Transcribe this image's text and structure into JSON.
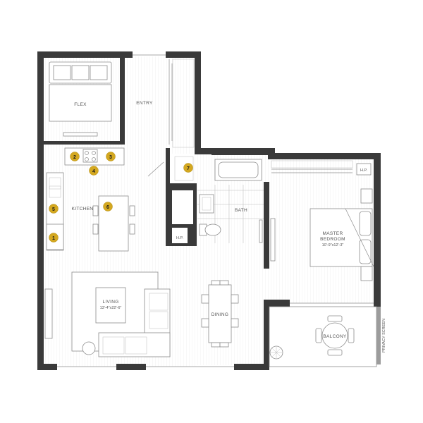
{
  "rooms": {
    "flex": "FLEX",
    "entry": "ENTRY",
    "kitchen": "KITCHEN",
    "bath": "BATH",
    "hp_bath": "H.P.",
    "hp_bedroom": "H.P.",
    "master_bedroom": "MASTER\nBEDROOM",
    "master_bedroom_dims": "10'-9\"x12'-3\"",
    "living": "LIVING",
    "living_dims": "13'-4\"x22'-6\"",
    "dining": "DINING",
    "balcony": "BALCONY",
    "privacy_screen": "PRIVACY SCREEN"
  },
  "markers": [
    "1",
    "2",
    "3",
    "4",
    "5",
    "6",
    "7"
  ],
  "colors": {
    "wall": "#3a3a3a",
    "marker": "#d4a820",
    "linework": "#8c8c8c"
  }
}
